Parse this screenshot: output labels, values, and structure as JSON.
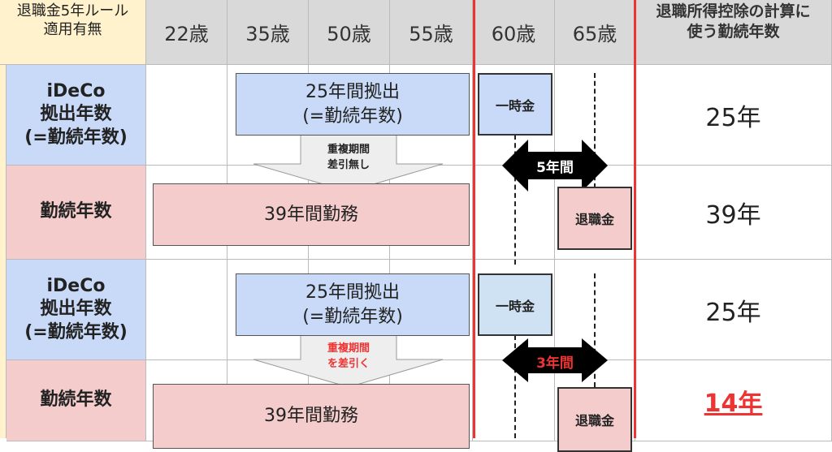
{
  "header": {
    "rule_label": "退職金5年ルール\n適用有無",
    "ages": [
      "22歳",
      "35歳",
      "50歳",
      "55歳",
      "60歳",
      "65歳"
    ],
    "result_label": "退職所得控除の計算に\n使う勤続年数"
  },
  "section1": {
    "ideco_label": "iDeCo\n拠出年数\n(=勤続年数)",
    "work_label": "勤続年数",
    "ideco_bar": "25年間拠出\n(=勤続年数)",
    "lump_sum": "一時金",
    "arrow_text": "重複期間\n差引無し",
    "gap_text": "5年間",
    "work_bar": "39年間勤務",
    "retirement": "退職金",
    "ideco_result": "25年",
    "work_result": "39年"
  },
  "section2": {
    "ideco_label": "iDeCo\n拠出年数\n(=勤続年数)",
    "work_label": "勤続年数",
    "ideco_bar": "25年間拠出\n(=勤続年数)",
    "lump_sum": "一時金",
    "arrow_text": "重複期間\nを差引く",
    "gap_text": "3年間",
    "work_bar": "39年間勤務",
    "retirement": "退職金",
    "ideco_result": "25年",
    "work_result": "14年"
  },
  "colors": {
    "ideco": "#c9daf8",
    "work": "#f4cccc",
    "header": "#d9d9d9",
    "rule": "#fff2cc",
    "accent": "#e33333"
  }
}
